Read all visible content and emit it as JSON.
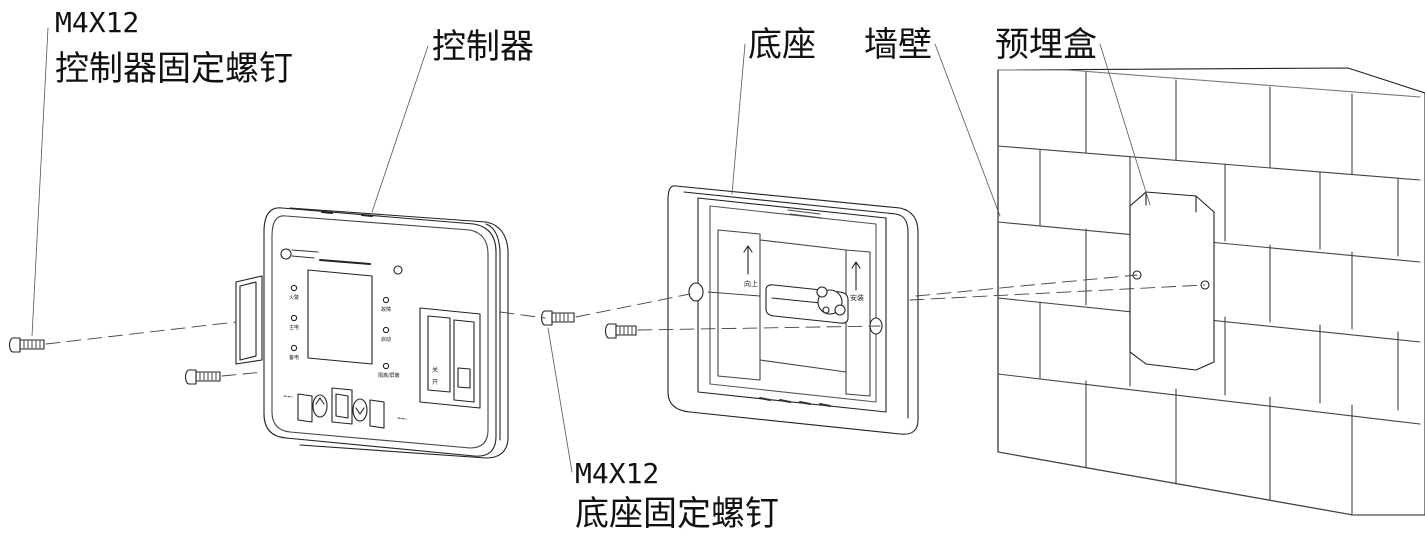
{
  "labels": {
    "controller_screw_spec": "M4X12",
    "controller_screw_name": "控制器固定螺钉",
    "controller": "控制器",
    "base": "底座",
    "wall": "墙壁",
    "junction_box": "预埋盒",
    "base_screw_spec": "M4X12",
    "base_screw_name": "底座固定螺钉"
  },
  "panel_marks": {
    "indicator_1": "火警",
    "indicator_2": "主电",
    "indicator_3": "备电",
    "indicator_4": "故障",
    "indicator_5": "启动",
    "indicator_6": "隔离/屏蔽",
    "switch_label_1": "关",
    "switch_label_2": "开",
    "base_text_1": "向上",
    "base_text_2": "安装"
  },
  "colors": {
    "line": "#222222",
    "leader": "#555555",
    "background": "#ffffff"
  }
}
